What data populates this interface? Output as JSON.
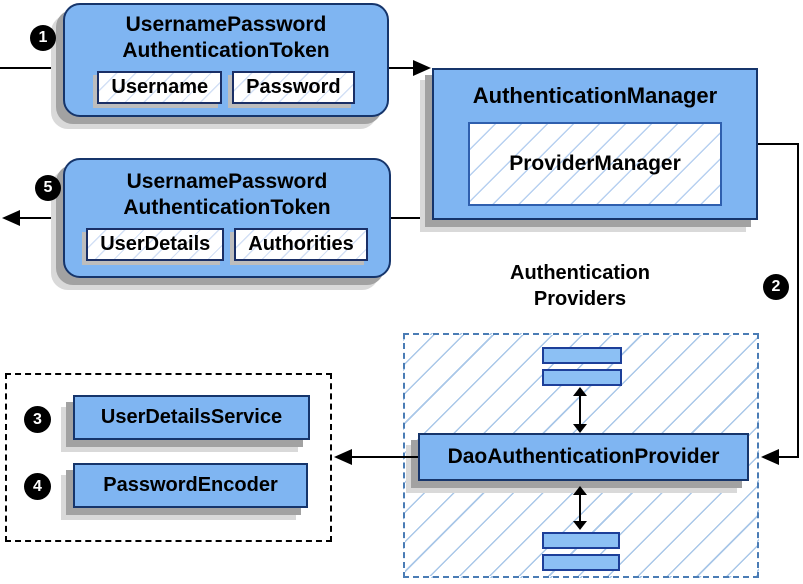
{
  "colors": {
    "box_fill": "#7fb5f2",
    "box_border": "#16356b",
    "mini_fill": "#8cc0f4",
    "mini_border": "#1d3f99",
    "inner_border": "#2f5fae",
    "hatch_line": "#a9c7e8",
    "dashed_border": "#4a7cb5",
    "badge_bg": "#000000",
    "badge_text": "#ffffff"
  },
  "badges": {
    "step1": "1",
    "step2": "2",
    "step3": "3",
    "step4": "4",
    "step5": "5"
  },
  "request_token": {
    "title": "UsernamePassword\nAuthenticationToken",
    "fields": [
      "Username",
      "Password"
    ]
  },
  "response_token": {
    "title": "UsernamePassword\nAuthenticationToken",
    "fields": [
      "UserDetails",
      "Authorities"
    ]
  },
  "authentication_manager": {
    "title": "AuthenticationManager",
    "inner": "ProviderManager"
  },
  "providers": {
    "label": "Authentication\nProviders",
    "dao": "DaoAuthenticationProvider"
  },
  "services": {
    "user_details_service": "UserDetailsService",
    "password_encoder": "PasswordEncoder"
  }
}
